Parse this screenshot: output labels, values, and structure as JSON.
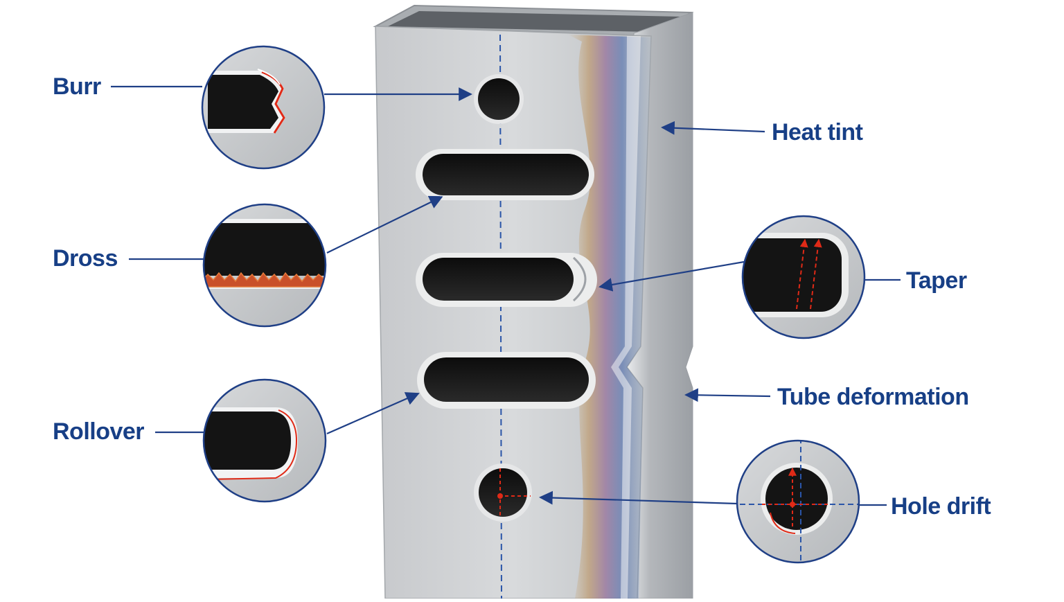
{
  "colors": {
    "label": "#173f86",
    "leader": "#1f3f86",
    "steel_light": "#dcdee0",
    "steel_mid": "#b9bcbf",
    "steel_dark": "#8d9196",
    "hole": "#141414",
    "defect_red": "#e02a17",
    "dross": "#c9502a",
    "centerline": "#2a55a8"
  },
  "labels": {
    "burr": "Burr",
    "dross": "Dross",
    "rollover": "Rollover",
    "heat_tint": "Heat tint",
    "taper": "Taper",
    "tube_deformation": "Tube deformation",
    "hole_drift": "Hole drift"
  }
}
